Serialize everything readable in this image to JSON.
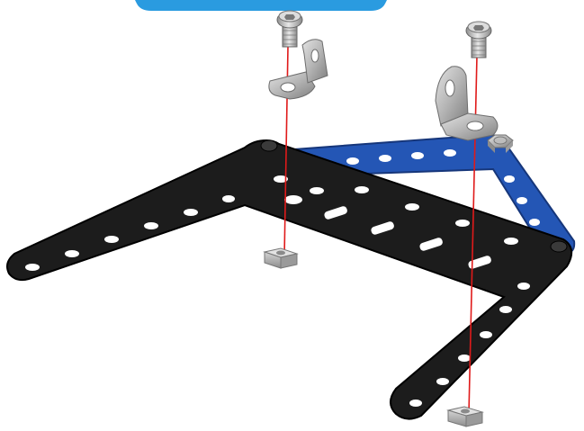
{
  "diagram": {
    "description_visible_text": "",
    "colors": {
      "background": "#ffffff",
      "black_strip": "#1c1c1c",
      "black_strip_edge": "#000000",
      "blue_strip": "#2456b5",
      "blue_strip_edge": "#16367a",
      "hole": "#ffffff",
      "metal_light": "#c9c9c9",
      "metal_mid": "#a8a8a8",
      "metal_dark": "#7a7a7a",
      "assembly_line": "#e01a1a",
      "top_tab": "#2a9be0"
    },
    "parts": [
      {
        "name": "screw",
        "count": 2
      },
      {
        "name": "angle-bracket",
        "count": 2
      },
      {
        "name": "square-nut",
        "count": 2
      },
      {
        "name": "black-l-strip",
        "count": 1
      },
      {
        "name": "blue-strip",
        "count": 1
      }
    ]
  }
}
